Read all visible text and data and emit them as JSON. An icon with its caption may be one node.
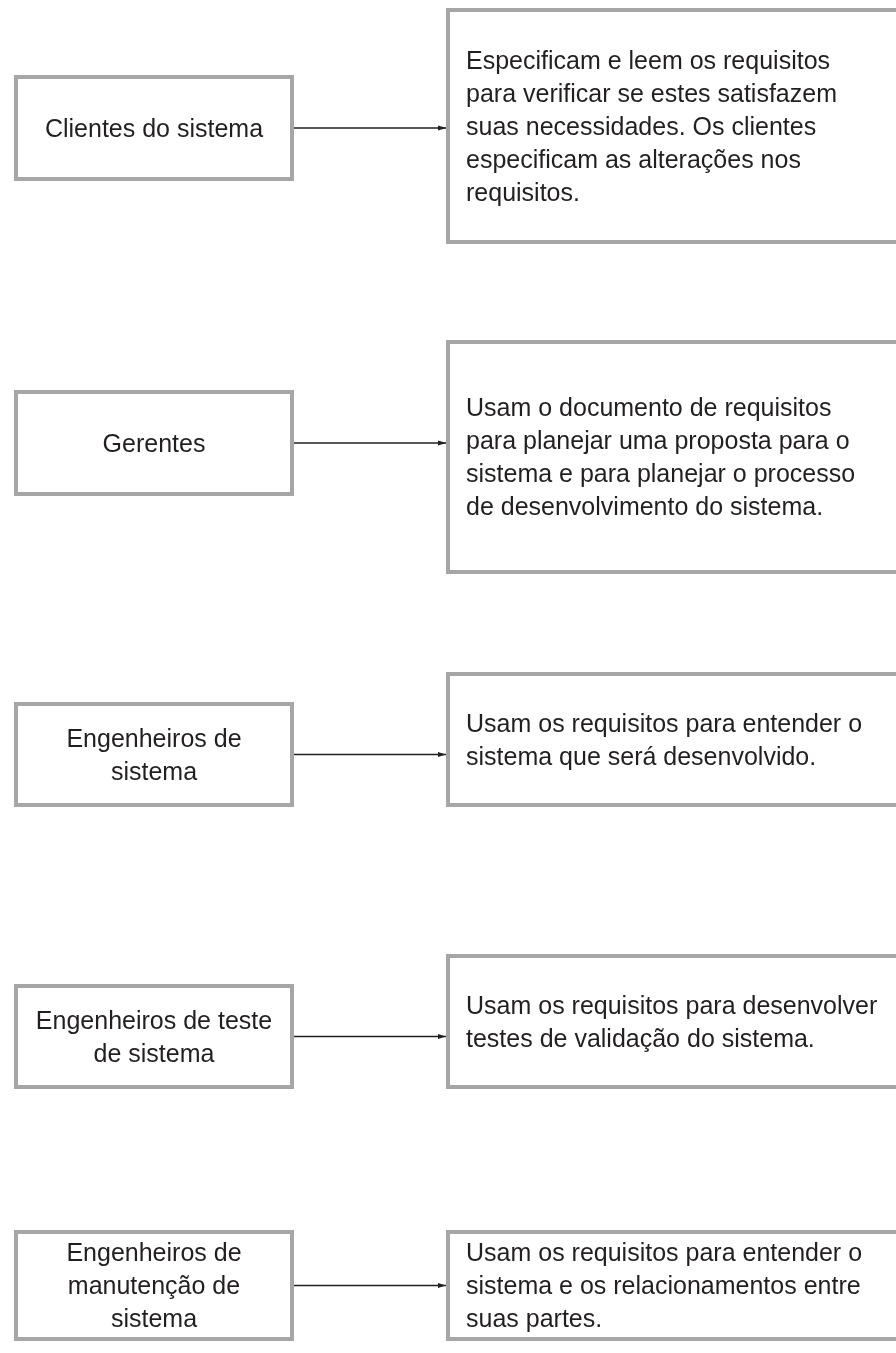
{
  "diagram": {
    "nodes": [
      {
        "text": [
          "Clientes do sistema"
        ]
      },
      {
        "text": [
          "Especificam e leem os requisitos para verificar se estes satisfazem suas necessidades. Os clientes especificam as alterações nos requisitos."
        ]
      },
      {
        "text": [
          "Gerentes"
        ]
      },
      {
        "text": [
          "Usam o documento de requisitos para planejar uma proposta para o sistema e para planejar o processo de desenvolvimento do sistema."
        ]
      },
      {
        "text": [
          "Engenheiros de sistema"
        ]
      },
      {
        "text": [
          "Usam os requisitos para entender o sistema que será desenvolvido."
        ]
      },
      {
        "text": [
          "Engenheiros de teste de sistema"
        ]
      },
      {
        "text": [
          "Usam os requisitos para desenvolver testes de validação do sistema."
        ]
      },
      {
        "text": [
          "Engenheiros de manutenção de sistema"
        ]
      },
      {
        "text": [
          "Usam os requisitos para entender o sistema e os relacionamentos entre suas partes."
        ]
      }
    ],
    "edges": [
      {
        "from": 0,
        "to": 1,
        "arrow": "to"
      },
      {
        "from": 2,
        "to": 3,
        "arrow": "to"
      },
      {
        "from": 4,
        "to": 5,
        "arrow": "to"
      },
      {
        "from": 6,
        "to": 7,
        "arrow": "to"
      },
      {
        "from": 8,
        "to": 9,
        "arrow": "to"
      }
    ]
  }
}
